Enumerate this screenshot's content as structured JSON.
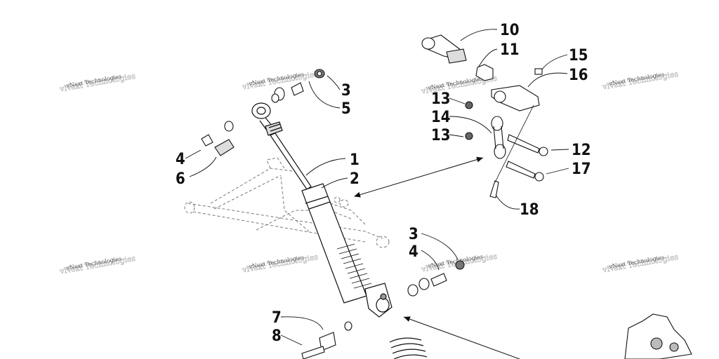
{
  "watermark": "vNext Technologies",
  "callouts": [
    "1",
    "2",
    "3",
    "4",
    "5",
    "6",
    "7",
    "8",
    "10",
    "11",
    "12",
    "13",
    "14",
    "15",
    "16",
    "17",
    "18",
    "3",
    "4",
    "13"
  ],
  "colors": {
    "ink": "#111111",
    "dashed": "#777777",
    "watermark": "#555555"
  }
}
